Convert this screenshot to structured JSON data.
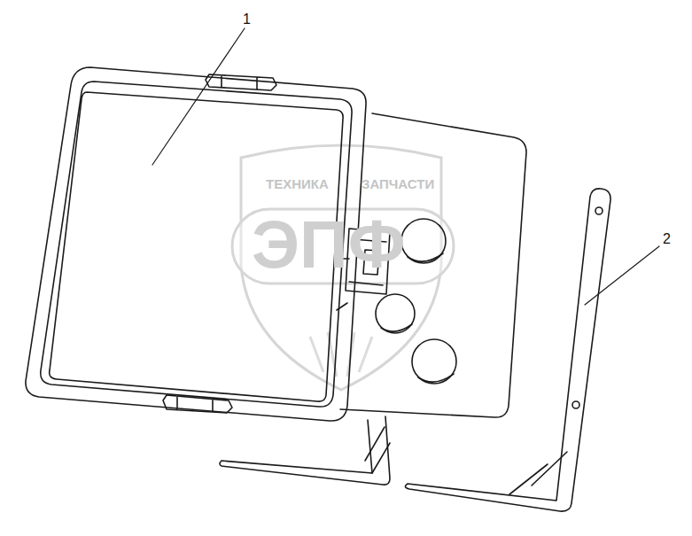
{
  "diagram": {
    "labels": [
      "1",
      "2",
      "ТЕХНИКА",
      "ЗАПЧАСТИ",
      "ЭПФ"
    ]
  }
}
